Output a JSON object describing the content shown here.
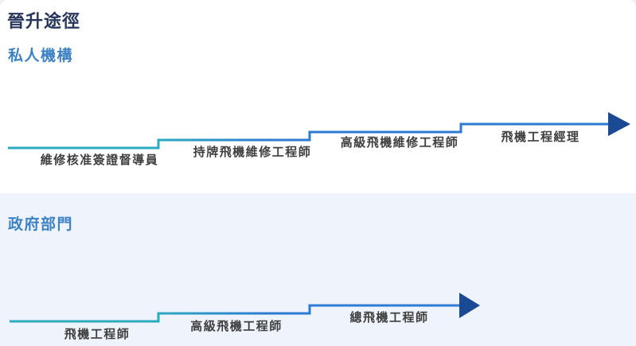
{
  "page": {
    "title": "晉升途徑"
  },
  "sections": [
    {
      "id": "private",
      "heading": "私人機構",
      "steps": [
        "維修核准簽證督導員",
        "持牌飛機維修工程師",
        "高級飛機維修工程師",
        "飛機工程經理"
      ]
    },
    {
      "id": "government",
      "heading": "政府部門",
      "steps": [
        "飛機工程師",
        "高級飛機工程師",
        "總飛機工程師"
      ]
    }
  ],
  "colors": {
    "title_text": "#28365c",
    "heading_text": "#3e82c6",
    "step_label_text": "#3f3f3f",
    "path_teal": "#2babbf",
    "path_blue": "#2b7ad3",
    "arrow_navy": "#1b4a94",
    "government_bg": "#eff3fb",
    "card_bg": "#ffffff"
  }
}
